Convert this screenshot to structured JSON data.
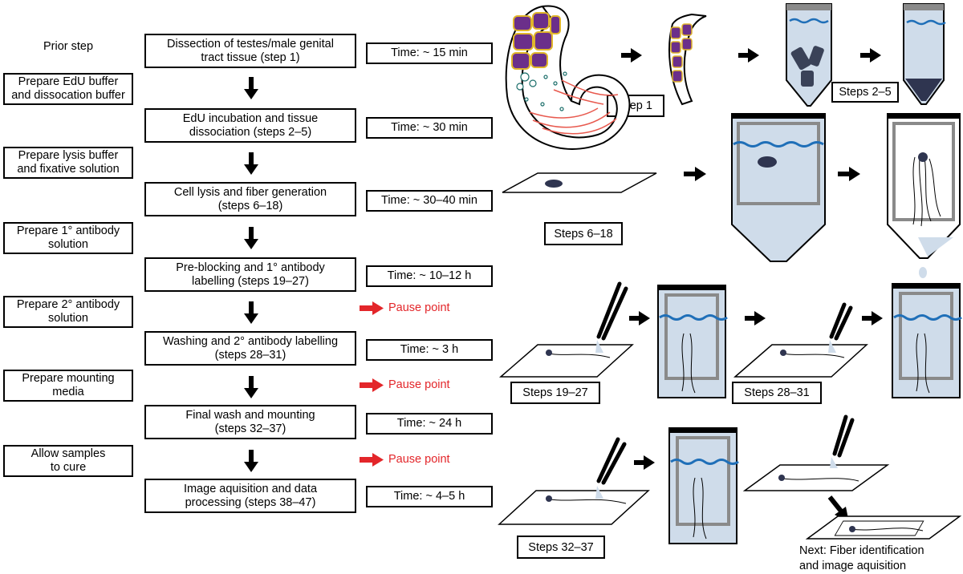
{
  "prior_step_label": "Prior step",
  "prep_steps": [
    "Prepare EdU buffer\nand dissocation buffer",
    "Prepare lysis buffer\nand fixative solution",
    "Prepare 1° antibody\nsolution",
    "Prepare 2° antibody\nsolution",
    "Prepare mounting\nmedia",
    "Allow samples\nto cure"
  ],
  "protocol_steps": [
    {
      "label": "Dissection of testes/male genital\ntract tissue (step 1)",
      "time": "Time: ~ 15 min"
    },
    {
      "label": "EdU incubation and tissue\ndissociation (steps 2–5)",
      "time": "Time: ~ 30 min"
    },
    {
      "label": "Cell lysis and fiber generation\n(steps 6–18)",
      "time": "Time: ~ 30–40 min"
    },
    {
      "label": "Pre-blocking and 1° antibody\nlabelling (steps 19–27)",
      "time": "Time: ~ 10–12 h"
    },
    {
      "label": "Washing and 2° antibody labelling\n(steps 28–31)",
      "time": "Time: ~ 3 h"
    },
    {
      "label": "Final wash and mounting\n(steps 32–37)",
      "time": "Time: ~ 24 h"
    },
    {
      "label": "Image aquisition and data\nprocessing (steps 38–47)",
      "time": "Time: ~ 4–5 h"
    }
  ],
  "pause_point_label": "Pause point",
  "illustration_labels": {
    "step1": "Step 1",
    "steps2_5": "Steps 2–5",
    "steps6_18": "Steps 6–18",
    "steps19_27": "Steps 19–27",
    "steps28_31": "Steps 28–31",
    "steps32_37": "Steps 32–37"
  },
  "next_note": "Next: Fiber identification\nand image aquisition",
  "colors": {
    "arrow": "#000000",
    "pause_arrow": "#e3262a",
    "liquid": "#cfdcea",
    "wave": "#1f6fb8",
    "germ_cell": "#6b2f8a",
    "tissue_outline": "#e0b52a",
    "fibers": "#e85a4f"
  }
}
